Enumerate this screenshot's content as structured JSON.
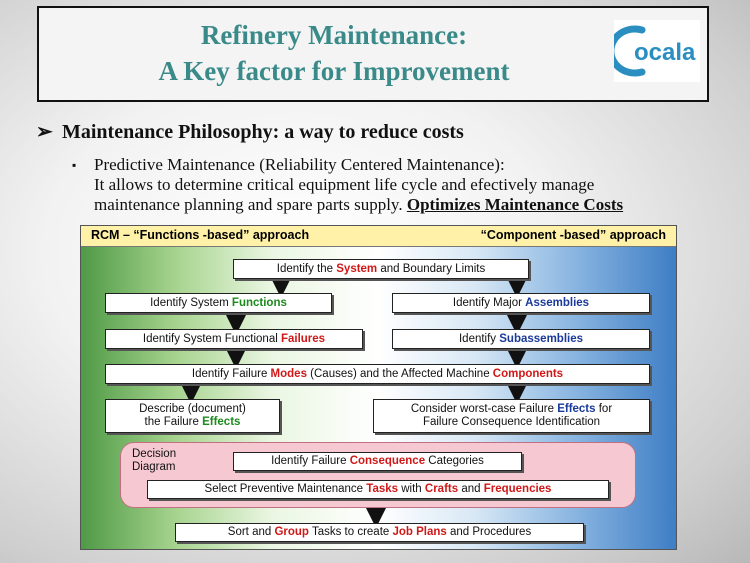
{
  "title": {
    "line1": "Refinery Maintenance:",
    "line2": "A Key factor for Improvement"
  },
  "logo": {
    "text": "ocala",
    "icon": "ocala-logo",
    "color": "#2a8fc0"
  },
  "heading": {
    "bullet": "➢",
    "text": "Maintenance Philosophy: a way to reduce costs"
  },
  "subpoint": {
    "bullet": "▪",
    "line1": "Predictive Maintenance (Reliability  Centered Maintenance):",
    "line2": "It allows to determine critical equipment life cycle and efectively manage",
    "line3": "maintenance planning and spare parts supply. ",
    "emphasis": "Optimizes Maintenance Costs"
  },
  "diagram": {
    "header_left": "RCM – “Functions -based” approach",
    "header_right": "“Component -based” approach",
    "b1": {
      "a": "Identify the ",
      "b": "System",
      "c": " and Boundary Limits"
    },
    "b2": {
      "a": "Identify System ",
      "b": "Functions"
    },
    "b3": {
      "a": "Identify Major ",
      "b": "Assemblies"
    },
    "b4": {
      "a": "Identify System Functional ",
      "b": "Failures"
    },
    "b5": {
      "a": "Identify ",
      "b": "Subassemblies"
    },
    "b6": {
      "a": "Identify Failure ",
      "b": "Modes",
      "c": " (Causes) and the Affected Machine ",
      "d": "Components"
    },
    "b7": {
      "l1": "Describe (document)",
      "a": "the Failure ",
      "b": "Effects"
    },
    "b8": {
      "a": "Consider worst-case Failure ",
      "b": "Effects",
      "c": " for",
      "l2": "Failure Consequence Identification"
    },
    "dd_label": {
      "l1": "Decision",
      "l2": "Diagram"
    },
    "b9": {
      "a": "Identify Failure ",
      "b": "Consequence",
      "c": " Categories"
    },
    "b10": {
      "a": "Select Preventive Maintenance ",
      "b": "Tasks",
      "c": " with ",
      "d": "Crafts",
      "e": " and ",
      "f": "Frequencies"
    },
    "b11": {
      "a": "Sort and ",
      "b": "Group",
      "c": " Tasks to create ",
      "d": "Job Plans",
      "e": " and Procedures"
    }
  },
  "colors": {
    "title": "#3a8a8a",
    "highlight_red": "#d01818",
    "highlight_green": "#1c8a1c",
    "highlight_blue": "#1a3a9a",
    "header_bg": "#fff2a8",
    "decision_bg": "#f6c8d2"
  }
}
